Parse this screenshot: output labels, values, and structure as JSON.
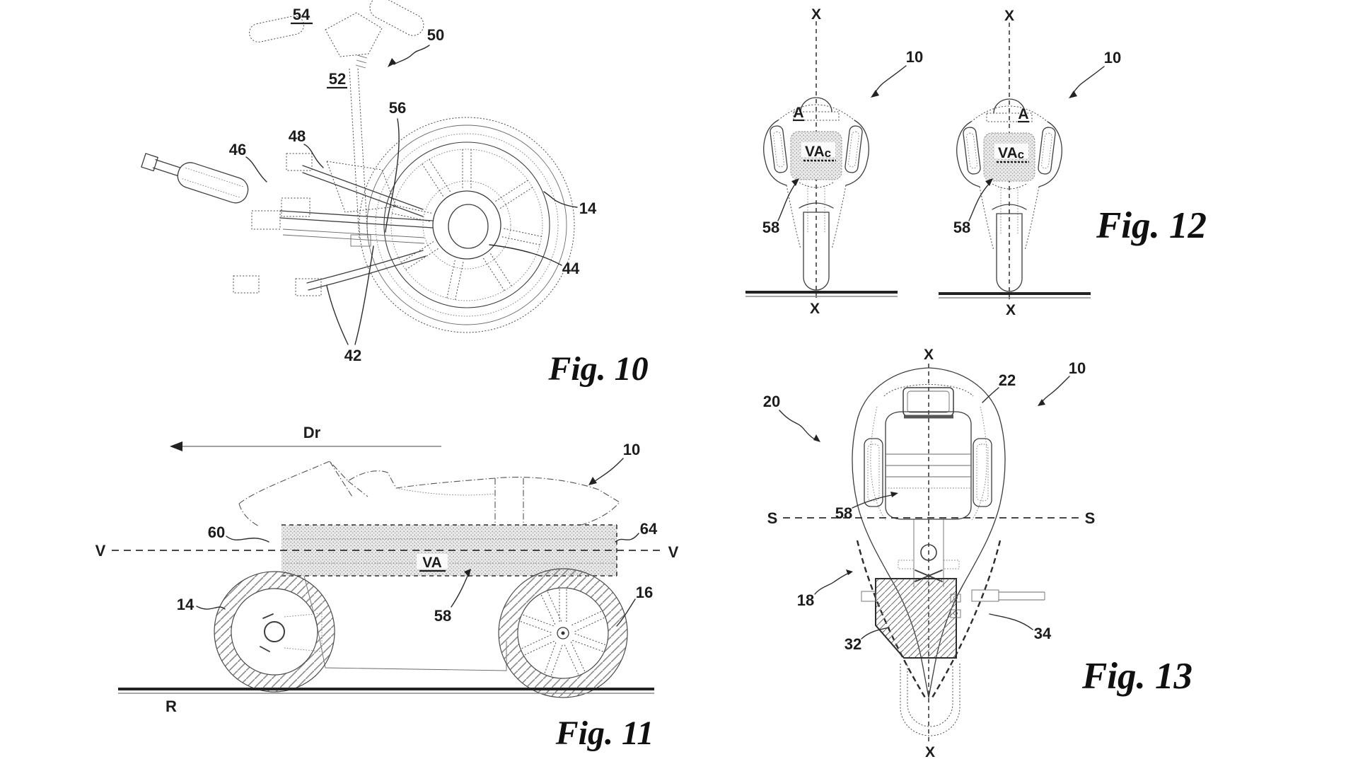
{
  "palette": {
    "ink": "#3d3d3d",
    "label_ink": "#1c1c1c",
    "background": "#ffffff"
  },
  "figures": {
    "fig10": {
      "caption": "Fig. 10",
      "labels": {
        "n54": "54",
        "n50": "50",
        "n52": "52",
        "n56": "56",
        "n48": "48",
        "n46": "46",
        "n14": "14",
        "n44": "44",
        "n42": "42"
      }
    },
    "fig11": {
      "caption": "Fig. 11",
      "labels": {
        "dr": "Dr",
        "n10": "10",
        "n60": "60",
        "n64": "64",
        "vLeft": "V",
        "vRight": "V",
        "va": "VA",
        "n14": "14",
        "n58": "58",
        "n16": "16",
        "r": "R"
      }
    },
    "fig12": {
      "caption": "Fig. 12",
      "left": {
        "xTop": "X",
        "xBottom": "X",
        "n10": "10",
        "a": "A",
        "vaMain": "VA",
        "vaSub": "c",
        "n58": "58"
      },
      "right": {
        "xTop": "X",
        "xBottom": "X",
        "n10": "10",
        "a": "A",
        "vaMain": "VA",
        "vaSub": "c",
        "n58": "58"
      }
    },
    "fig13": {
      "caption": "Fig. 13",
      "labels": {
        "xTop": "X",
        "xBottom": "X",
        "n20": "20",
        "n22": "22",
        "n10": "10",
        "sLeft": "S",
        "sRight": "S",
        "n58": "58",
        "n18": "18",
        "n32": "32",
        "n34": "34"
      }
    }
  }
}
